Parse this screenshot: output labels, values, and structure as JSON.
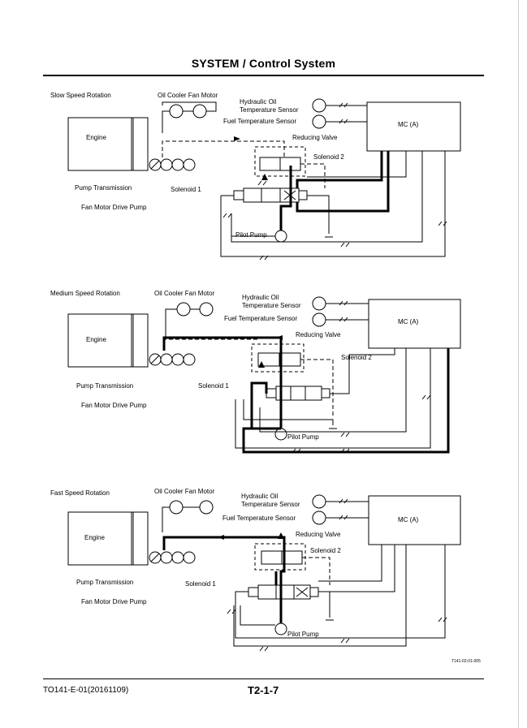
{
  "header": {
    "title": "SYSTEM / Control System"
  },
  "diagrams": [
    {
      "title": "Slow Speed Rotation",
      "labels": {
        "oil_cooler_fan_motor": "Oil Cooler Fan Motor",
        "hydraulic_oil_temp_sensor_1": "Hydraulic Oil",
        "hydraulic_oil_temp_sensor_2": "Temperature Sensor",
        "fuel_temp_sensor": "Fuel Temperature Sensor",
        "mc": "MC (A)",
        "engine": "Engine",
        "reducing_valve": "Reducing Valve",
        "solenoid_2": "Solenoid 2",
        "solenoid_1": "Solenoid 1",
        "pump_transmission": "Pump Transmission",
        "fan_motor_drive_pump": "Fan Motor Drive Pump",
        "pilot_pump": "Pilot Pump"
      }
    },
    {
      "title": "Medium Speed Rotation",
      "labels": {
        "oil_cooler_fan_motor": "Oil Cooler Fan Motor",
        "hydraulic_oil_temp_sensor_1": "Hydraulic Oil",
        "hydraulic_oil_temp_sensor_2": "Temperature Sensor",
        "fuel_temp_sensor": "Fuel Temperature Sensor",
        "mc": "MC (A)",
        "engine": "Engine",
        "reducing_valve": "Reducing Valve",
        "solenoid_2": "Solenoid 2",
        "solenoid_1": "Solenoid 1",
        "pump_transmission": "Pump Transmission",
        "fan_motor_drive_pump": "Fan Motor Drive Pump",
        "pilot_pump": "Pilot Pump"
      }
    },
    {
      "title": "Fast Speed Rotation",
      "labels": {
        "oil_cooler_fan_motor": "Oil Cooler Fan Motor",
        "hydraulic_oil_temp_sensor_1": "Hydraulic Oil",
        "hydraulic_oil_temp_sensor_2": "Temperature Sensor",
        "fuel_temp_sensor": "Fuel Temperature Sensor",
        "mc": "MC (A)",
        "engine": "Engine",
        "reducing_valve": "Reducing Valve",
        "solenoid_2": "Solenoid 2",
        "solenoid_1": "Solenoid 1",
        "pump_transmission": "Pump Transmission",
        "fan_motor_drive_pump": "Fan Motor Drive Pump",
        "pilot_pump": "Pilot Pump"
      }
    }
  ],
  "figure_id": "T141-02-01-005",
  "footer": {
    "doc_code": "TO141-E-01(20161109)",
    "page_number": "T2-1-7"
  }
}
